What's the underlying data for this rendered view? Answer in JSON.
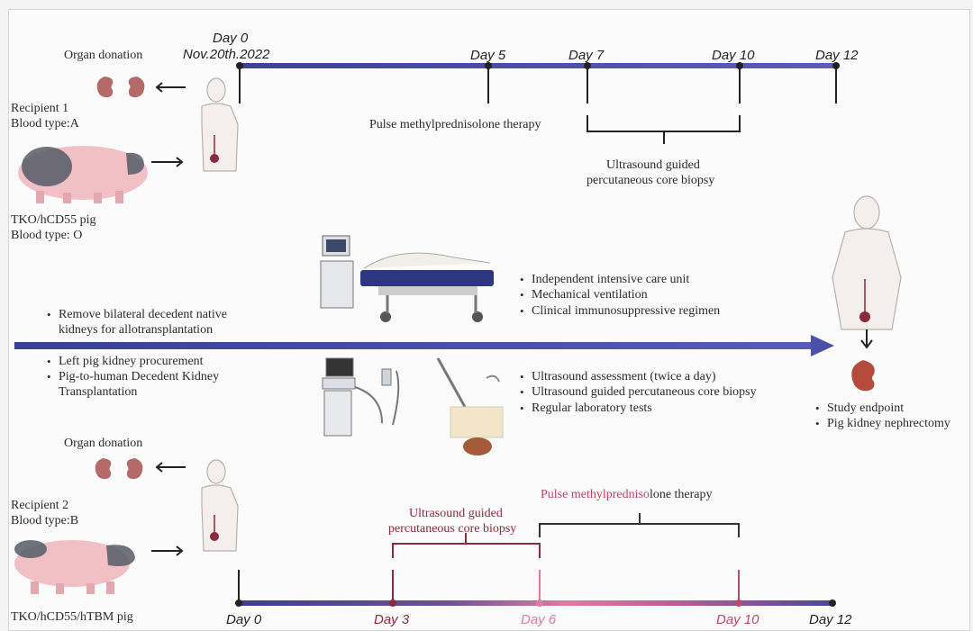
{
  "top_section": {
    "organ_donation": "Organ donation",
    "recipient": "Recipient 1",
    "blood_type": "Blood type:A",
    "pig_name": "TKO/hCD55  pig",
    "pig_blood_type": "Blood type: O",
    "timeline": {
      "day0": "Day 0",
      "day0_date": "Nov.20th.2022",
      "day5": "Day 5",
      "day7": "Day 7",
      "day10": "Day 10",
      "day12": "Day 12"
    },
    "pulse_therapy": "Pulse methylprednisolone therapy",
    "biopsy_line1": "Ultrasound guided",
    "biopsy_line2": "percutaneous core biopsy"
  },
  "middle_section": {
    "left_bullets": [
      {
        "line1": "Remove bilateral decedent native",
        "line2": "kidneys for allotransplantation"
      },
      {
        "line1": "Left pig kidney procurement",
        "line2": ""
      },
      {
        "line1": "Pig-to-human Decedent Kidney",
        "line2": "Transplantation"
      }
    ],
    "care_bullets": [
      "Independent intensive care unit",
      "Mechanical ventilation",
      "Clinical immunosuppressive regimen"
    ],
    "ultrasound_bullets": [
      "Ultrasound assessment (twice a day)",
      "Ultrasound guided percutaneous core biopsy",
      "Regular laboratory tests"
    ],
    "endpoint_bullets": [
      "Study endpoint",
      "Pig kidney nephrectomy"
    ]
  },
  "bottom_section": {
    "organ_donation": "Organ donation",
    "recipient": "Recipient 2",
    "blood_type": "Blood type:B",
    "pig_name": "TKO/hCD55/hTBM pig",
    "pulse_therapy_pink": "Pulse methylpredniso",
    "pulse_therapy_dark": "lone therapy",
    "biopsy_line1": "Ultrasound guided",
    "biopsy_line2": "percutaneous core biopsy",
    "timeline": {
      "day0": "Day 0",
      "day3": "Day 3",
      "day6": "Day 6",
      "day10": "Day 10",
      "day12": "Day 12"
    }
  },
  "colors": {
    "timeline_blue": "#3f4aa0",
    "main_arrow": "#4a4fa8",
    "pink": "#e0507a",
    "dark_red": "#8a2a3a"
  }
}
